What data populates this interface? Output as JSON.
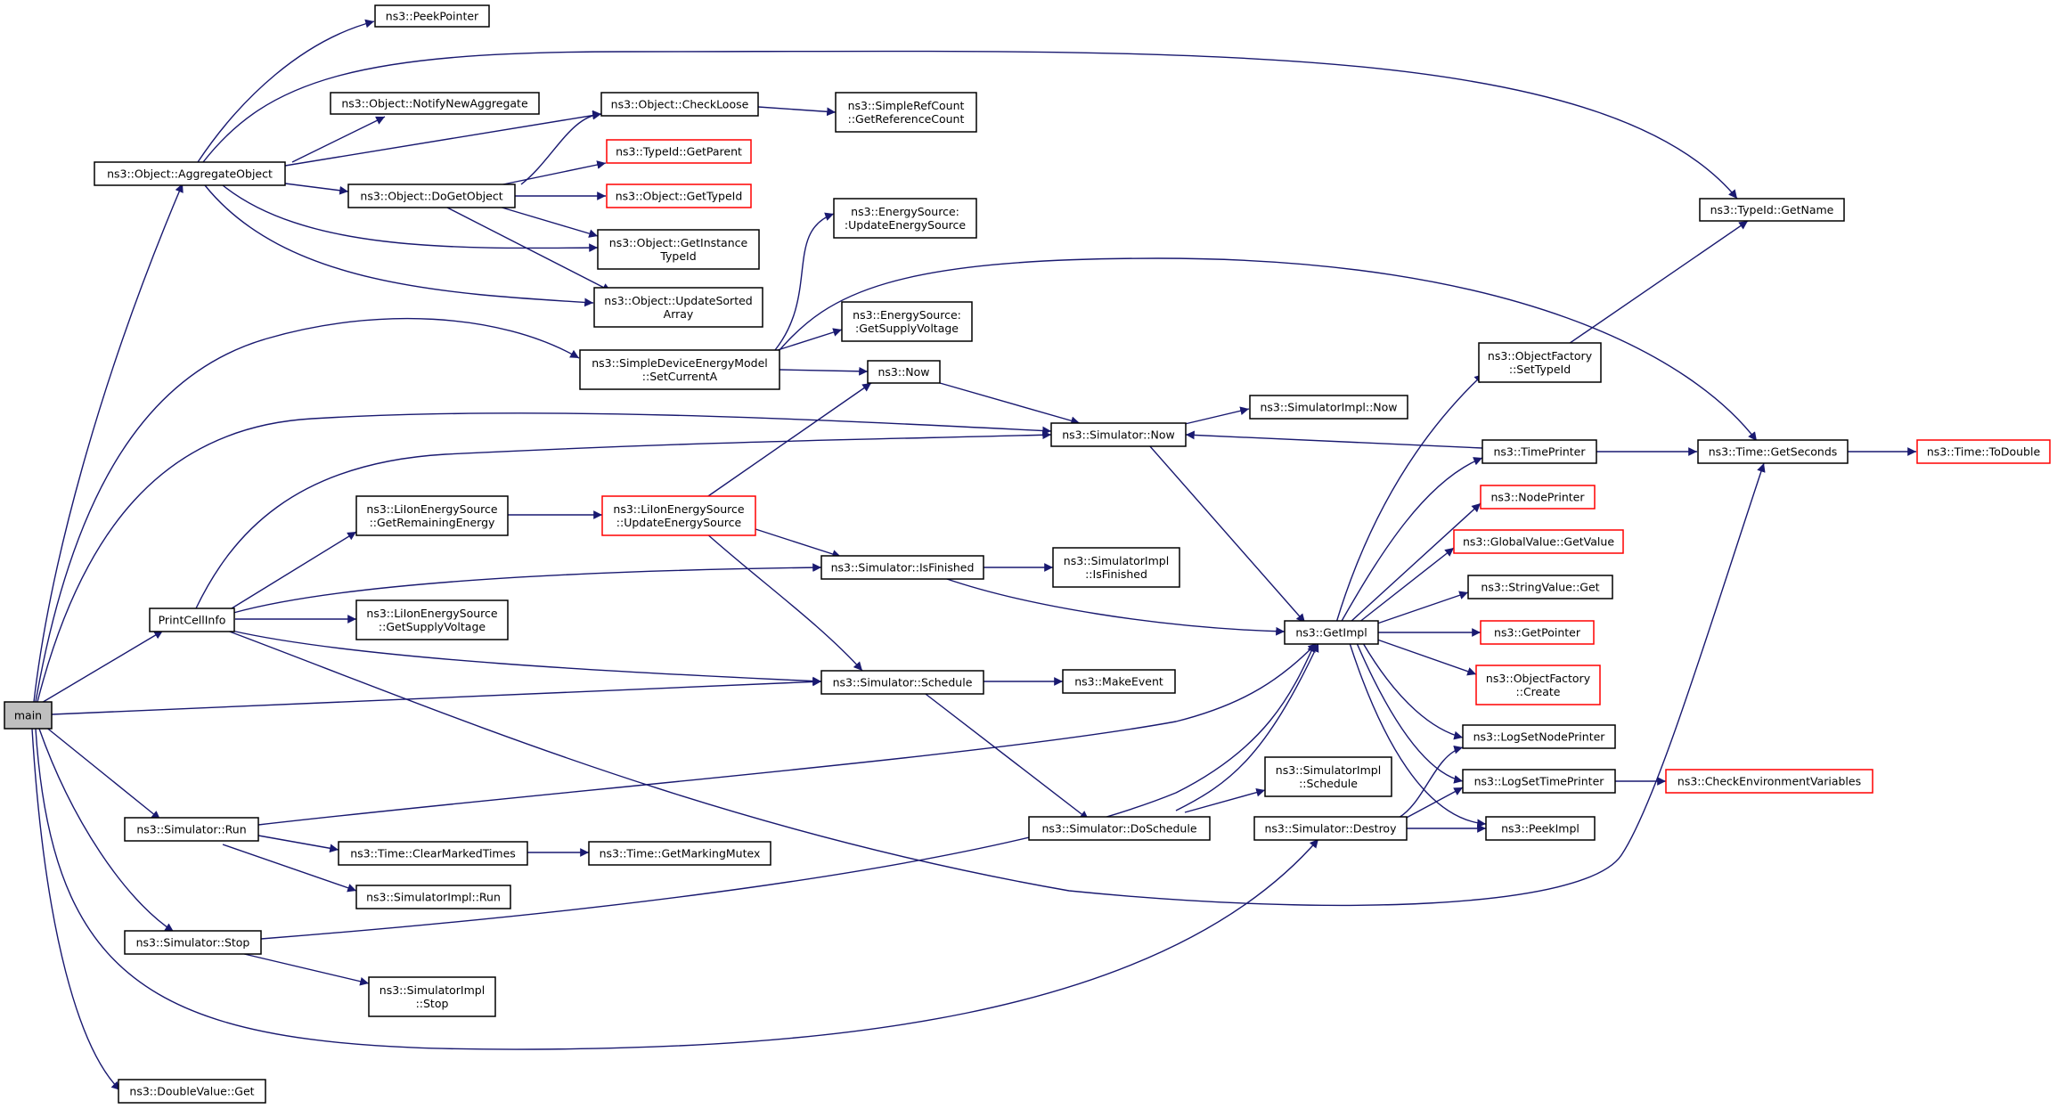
{
  "colors": {
    "edge": "#191970",
    "box": "#000000",
    "red_box": "#ff0000",
    "root_fill": "#bfbfbf",
    "background": "#ffffff"
  },
  "nodes": [
    {
      "id": "main",
      "lines": [
        "main"
      ],
      "root": true
    },
    {
      "id": "peekpointer",
      "lines": [
        "ns3::PeekPointer"
      ]
    },
    {
      "id": "notifynewaggregate",
      "lines": [
        "ns3::Object::NotifyNewAggregate"
      ]
    },
    {
      "id": "aggregateobject",
      "lines": [
        "ns3::Object::AggregateObject"
      ]
    },
    {
      "id": "checkloose",
      "lines": [
        "ns3::Object::CheckLoose"
      ]
    },
    {
      "id": "getreferencecount",
      "lines": [
        "ns3::SimpleRefCount",
        "::GetReferenceCount"
      ]
    },
    {
      "id": "typeid_getparent",
      "lines": [
        "ns3::TypeId::GetParent"
      ],
      "red": true
    },
    {
      "id": "dogetobject",
      "lines": [
        "ns3::Object::DoGetObject"
      ]
    },
    {
      "id": "object_gettypeid",
      "lines": [
        "ns3::Object::GetTypeId"
      ],
      "red": true
    },
    {
      "id": "getinstancetypeid",
      "lines": [
        "ns3::Object::GetInstance",
        "TypeId"
      ]
    },
    {
      "id": "updatesortedarray",
      "lines": [
        "ns3::Object::UpdateSorted",
        "Array"
      ]
    },
    {
      "id": "es_updateenergysource",
      "lines": [
        "ns3::EnergySource:",
        ":UpdateEnergySource"
      ]
    },
    {
      "id": "es_getsupplyvoltage",
      "lines": [
        "ns3::EnergySource:",
        ":GetSupplyVoltage"
      ]
    },
    {
      "id": "setcurrenta",
      "lines": [
        "ns3::SimpleDeviceEnergyModel",
        "::SetCurrentA"
      ]
    },
    {
      "id": "now",
      "lines": [
        "ns3::Now"
      ]
    },
    {
      "id": "typeid_getname",
      "lines": [
        "ns3::TypeId::GetName"
      ]
    },
    {
      "id": "of_settypeid",
      "lines": [
        "ns3::ObjectFactory",
        "::SetTypeId"
      ]
    },
    {
      "id": "simulator_now",
      "lines": [
        "ns3::Simulator::Now"
      ]
    },
    {
      "id": "simulatorimpl_now",
      "lines": [
        "ns3::SimulatorImpl::Now"
      ]
    },
    {
      "id": "timeprinter",
      "lines": [
        "ns3::TimePrinter"
      ]
    },
    {
      "id": "time_getseconds",
      "lines": [
        "ns3::Time::GetSeconds"
      ]
    },
    {
      "id": "time_todouble",
      "lines": [
        "ns3::Time::ToDouble"
      ],
      "red": true
    },
    {
      "id": "li_getremainingenergy",
      "lines": [
        "ns3::LiIonEnergySource",
        "::GetRemainingEnergy"
      ]
    },
    {
      "id": "li_updateenergysource",
      "lines": [
        "ns3::LiIonEnergySource",
        "::UpdateEnergySource"
      ],
      "red": true
    },
    {
      "id": "nodeprinter",
      "lines": [
        "ns3::NodePrinter"
      ],
      "red": true
    },
    {
      "id": "globalvalue_getvalue",
      "lines": [
        "ns3::GlobalValue::GetValue"
      ],
      "red": true
    },
    {
      "id": "simulator_isfinished",
      "lines": [
        "ns3::Simulator::IsFinished"
      ]
    },
    {
      "id": "simulatorimpl_isfinished",
      "lines": [
        "ns3::SimulatorImpl",
        "::IsFinished"
      ]
    },
    {
      "id": "stringvalue_get",
      "lines": [
        "ns3::StringValue::Get"
      ]
    },
    {
      "id": "printcellinfo",
      "lines": [
        "PrintCellInfo"
      ]
    },
    {
      "id": "li_getsupplyvoltage",
      "lines": [
        "ns3::LiIonEnergySource",
        "::GetSupplyVoltage"
      ]
    },
    {
      "id": "getimpl",
      "lines": [
        "ns3::GetImpl"
      ]
    },
    {
      "id": "getpointer",
      "lines": [
        "ns3::GetPointer"
      ],
      "red": true
    },
    {
      "id": "simulator_schedule",
      "lines": [
        "ns3::Simulator::Schedule"
      ]
    },
    {
      "id": "makeevent",
      "lines": [
        "ns3::MakeEvent"
      ]
    },
    {
      "id": "of_create",
      "lines": [
        "ns3::ObjectFactory",
        "::Create"
      ],
      "red": true
    },
    {
      "id": "logsetnodeprinter",
      "lines": [
        "ns3::LogSetNodePrinter"
      ]
    },
    {
      "id": "simulatorimpl_schedule",
      "lines": [
        "ns3::SimulatorImpl",
        "::Schedule"
      ]
    },
    {
      "id": "logsettimeprinter",
      "lines": [
        "ns3::LogSetTimePrinter"
      ]
    },
    {
      "id": "checkenvironmentvariables",
      "lines": [
        "ns3::CheckEnvironmentVariables"
      ],
      "red": true
    },
    {
      "id": "simulator_run",
      "lines": [
        "ns3::Simulator::Run"
      ]
    },
    {
      "id": "simulator_doschedule",
      "lines": [
        "ns3::Simulator::DoSchedule"
      ]
    },
    {
      "id": "simulator_destroy",
      "lines": [
        "ns3::Simulator::Destroy"
      ]
    },
    {
      "id": "peekimpl",
      "lines": [
        "ns3::PeekImpl"
      ]
    },
    {
      "id": "time_clearmarkedtimes",
      "lines": [
        "ns3::Time::ClearMarkedTimes"
      ]
    },
    {
      "id": "time_getmarkingmutex",
      "lines": [
        "ns3::Time::GetMarkingMutex"
      ]
    },
    {
      "id": "simulatorimpl_run",
      "lines": [
        "ns3::SimulatorImpl::Run"
      ]
    },
    {
      "id": "simulator_stop",
      "lines": [
        "ns3::Simulator::Stop"
      ]
    },
    {
      "id": "simulatorimpl_stop",
      "lines": [
        "ns3::SimulatorImpl",
        "::Stop"
      ]
    },
    {
      "id": "doublevalue_get",
      "lines": [
        "ns3::DoubleValue::Get"
      ]
    }
  ]
}
